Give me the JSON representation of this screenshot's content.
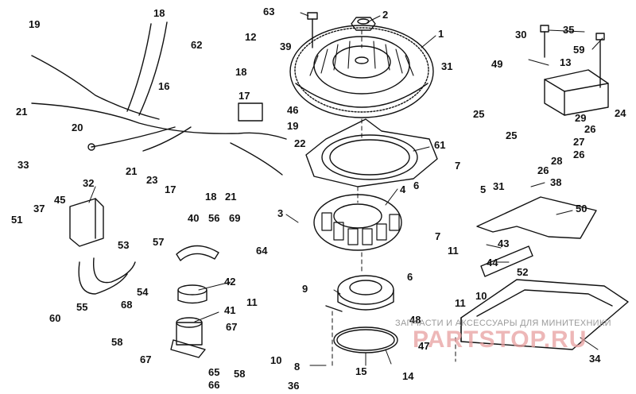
{
  "callouts": [
    {
      "id": "63",
      "text": "63"
    },
    {
      "id": "2",
      "text": "2"
    },
    {
      "id": "1",
      "text": "1"
    },
    {
      "id": "18a",
      "text": "18"
    },
    {
      "id": "19a",
      "text": "19"
    },
    {
      "id": "12",
      "text": "12"
    },
    {
      "id": "39",
      "text": "39"
    },
    {
      "id": "62",
      "text": "62"
    },
    {
      "id": "18b",
      "text": "18"
    },
    {
      "id": "17a",
      "text": "17"
    },
    {
      "id": "16",
      "text": "16"
    },
    {
      "id": "46",
      "text": "46"
    },
    {
      "id": "21a",
      "text": "21"
    },
    {
      "id": "20",
      "text": "20"
    },
    {
      "id": "19b",
      "text": "19"
    },
    {
      "id": "22",
      "text": "22"
    },
    {
      "id": "21b",
      "text": "21"
    },
    {
      "id": "23",
      "text": "23"
    },
    {
      "id": "17b",
      "text": "17"
    },
    {
      "id": "18c",
      "text": "18"
    },
    {
      "id": "21c",
      "text": "21"
    },
    {
      "id": "30",
      "text": "30"
    },
    {
      "id": "35",
      "text": "35"
    },
    {
      "id": "59",
      "text": "59"
    },
    {
      "id": "49",
      "text": "49"
    },
    {
      "id": "13",
      "text": "13"
    },
    {
      "id": "31a",
      "text": "31"
    },
    {
      "id": "25a",
      "text": "25"
    },
    {
      "id": "24",
      "text": "24"
    },
    {
      "id": "29",
      "text": "29"
    },
    {
      "id": "26a",
      "text": "26"
    },
    {
      "id": "27",
      "text": "27"
    },
    {
      "id": "26b",
      "text": "26"
    },
    {
      "id": "25b",
      "text": "25"
    },
    {
      "id": "28",
      "text": "28"
    },
    {
      "id": "26c",
      "text": "26"
    },
    {
      "id": "31b",
      "text": "31"
    },
    {
      "id": "38",
      "text": "38"
    },
    {
      "id": "61",
      "text": "61"
    },
    {
      "id": "33",
      "text": "33"
    },
    {
      "id": "32",
      "text": "32"
    },
    {
      "id": "45",
      "text": "45"
    },
    {
      "id": "37",
      "text": "37"
    },
    {
      "id": "51",
      "text": "51"
    },
    {
      "id": "40",
      "text": "40"
    },
    {
      "id": "56",
      "text": "56"
    },
    {
      "id": "69",
      "text": "69"
    },
    {
      "id": "53",
      "text": "53"
    },
    {
      "id": "57",
      "text": "57"
    },
    {
      "id": "64",
      "text": "64"
    },
    {
      "id": "3",
      "text": "3"
    },
    {
      "id": "4",
      "text": "4"
    },
    {
      "id": "7a",
      "text": "7"
    },
    {
      "id": "6a",
      "text": "6"
    },
    {
      "id": "5",
      "text": "5"
    },
    {
      "id": "50",
      "text": "50"
    },
    {
      "id": "43",
      "text": "43"
    },
    {
      "id": "44",
      "text": "44"
    },
    {
      "id": "52",
      "text": "52"
    },
    {
      "id": "7b",
      "text": "7"
    },
    {
      "id": "11a",
      "text": "11"
    },
    {
      "id": "6b",
      "text": "6"
    },
    {
      "id": "11b",
      "text": "11"
    },
    {
      "id": "10a",
      "text": "10"
    },
    {
      "id": "60",
      "text": "60"
    },
    {
      "id": "55",
      "text": "55"
    },
    {
      "id": "54",
      "text": "54"
    },
    {
      "id": "68",
      "text": "68"
    },
    {
      "id": "42",
      "text": "42"
    },
    {
      "id": "9",
      "text": "9"
    },
    {
      "id": "11c",
      "text": "11"
    },
    {
      "id": "41",
      "text": "41"
    },
    {
      "id": "58a",
      "text": "58"
    },
    {
      "id": "67a",
      "text": "67"
    },
    {
      "id": "67b",
      "text": "67"
    },
    {
      "id": "10b",
      "text": "10"
    },
    {
      "id": "48",
      "text": "48"
    },
    {
      "id": "47",
      "text": "47"
    },
    {
      "id": "34",
      "text": "34"
    },
    {
      "id": "8",
      "text": "8"
    },
    {
      "id": "15",
      "text": "15"
    },
    {
      "id": "14",
      "text": "14"
    },
    {
      "id": "65",
      "text": "65"
    },
    {
      "id": "58b",
      "text": "58"
    },
    {
      "id": "66",
      "text": "66"
    },
    {
      "id": "36",
      "text": "36"
    }
  ],
  "watermark": {
    "line1": "ЗАПЧАСТИ И АКСЕССУАРЫ ДЛЯ МИНИТЕХНИКИ",
    "line2": "PARTSTOP.RU"
  }
}
